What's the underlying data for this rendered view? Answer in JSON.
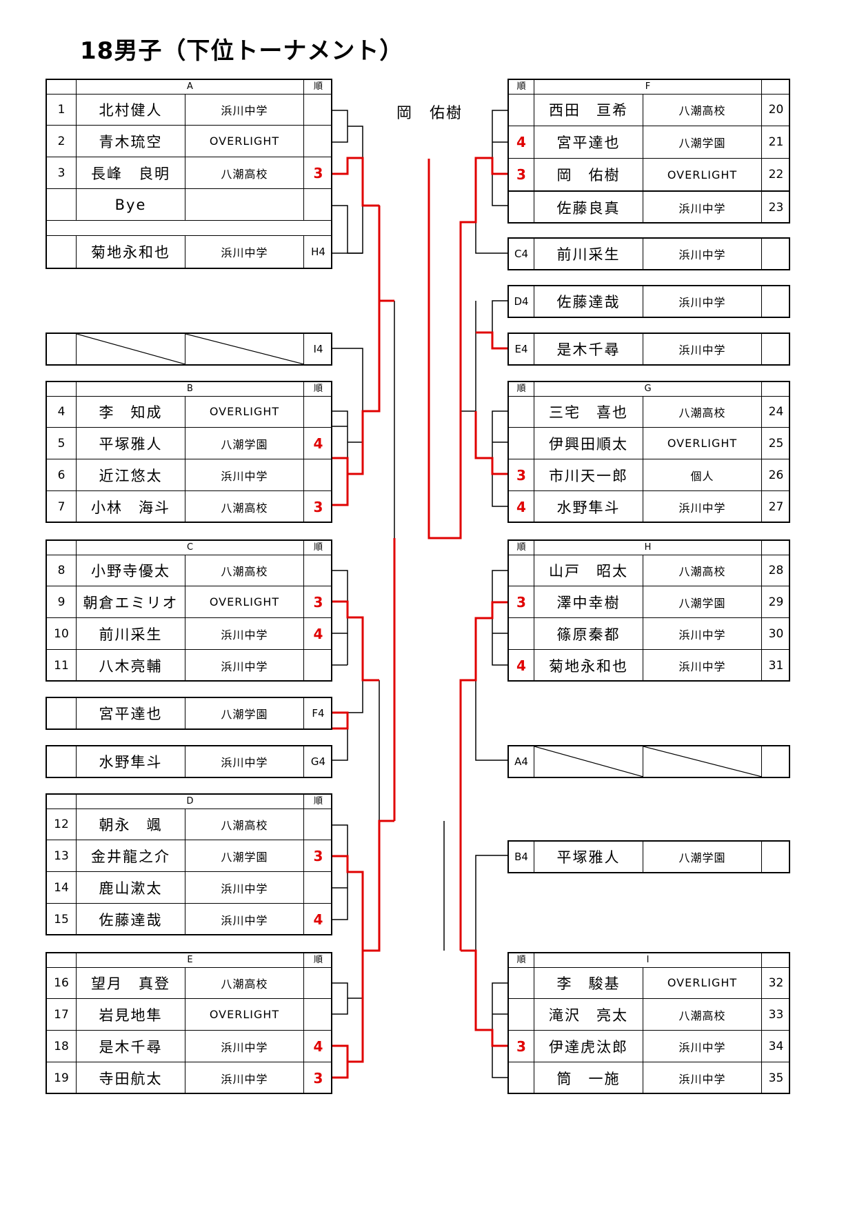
{
  "title": "18男子（下位トーナメント）",
  "champion": "岡　佑樹",
  "rank_header": "順",
  "colors": {
    "advance_line": "#e00000",
    "line": "#000000",
    "rank": "#e00000"
  },
  "blocks": {
    "A": {
      "label": "A",
      "rows": [
        {
          "no": "1",
          "name": "北村健人",
          "aff": "浜川中学",
          "rank": ""
        },
        {
          "no": "2",
          "name": "青木琉空",
          "aff": "OVERLIGHT",
          "rank": ""
        },
        {
          "no": "3",
          "name": "長峰　良明",
          "aff": "八潮高校",
          "rank": "3"
        },
        {
          "no": "",
          "name": "Bye",
          "aff": "",
          "rank": ""
        }
      ]
    },
    "B": {
      "label": "B",
      "rows": [
        {
          "no": "4",
          "name": "李　知成",
          "aff": "OVERLIGHT",
          "rank": ""
        },
        {
          "no": "5",
          "name": "平塚雅人",
          "aff": "八潮学園",
          "rank": "4"
        },
        {
          "no": "6",
          "name": "近江悠太",
          "aff": "浜川中学",
          "rank": ""
        },
        {
          "no": "7",
          "name": "小林　海斗",
          "aff": "八潮高校",
          "rank": "3"
        }
      ]
    },
    "C": {
      "label": "C",
      "rows": [
        {
          "no": "8",
          "name": "小野寺優太",
          "aff": "八潮高校",
          "rank": ""
        },
        {
          "no": "9",
          "name": "朝倉エミリオ",
          "aff": "OVERLIGHT",
          "rank": "3"
        },
        {
          "no": "10",
          "name": "前川采生",
          "aff": "浜川中学",
          "rank": "4"
        },
        {
          "no": "11",
          "name": "八木亮輔",
          "aff": "浜川中学",
          "rank": ""
        }
      ]
    },
    "D": {
      "label": "D",
      "rows": [
        {
          "no": "12",
          "name": "朝永　颯",
          "aff": "八潮高校",
          "rank": ""
        },
        {
          "no": "13",
          "name": "金井龍之介",
          "aff": "八潮学園",
          "rank": "3"
        },
        {
          "no": "14",
          "name": "鹿山漱太",
          "aff": "浜川中学",
          "rank": ""
        },
        {
          "no": "15",
          "name": "佐藤達哉",
          "aff": "浜川中学",
          "rank": "4"
        }
      ]
    },
    "E": {
      "label": "E",
      "rows": [
        {
          "no": "16",
          "name": "望月　真登",
          "aff": "八潮高校",
          "rank": ""
        },
        {
          "no": "17",
          "name": "岩見地隼",
          "aff": "OVERLIGHT",
          "rank": ""
        },
        {
          "no": "18",
          "name": "是木千尋",
          "aff": "浜川中学",
          "rank": "4"
        },
        {
          "no": "19",
          "name": "寺田航太",
          "aff": "浜川中学",
          "rank": "3"
        }
      ]
    },
    "F": {
      "label": "F",
      "rows": [
        {
          "no": "20",
          "name": "西田　亘希",
          "aff": "八潮高校",
          "rank": ""
        },
        {
          "no": "21",
          "name": "宮平達也",
          "aff": "八潮学園",
          "rank": "4"
        },
        {
          "no": "22",
          "name": "岡　佑樹",
          "aff": "OVERLIGHT",
          "rank": "3"
        },
        {
          "no": "23",
          "name": "佐藤良真",
          "aff": "浜川中学",
          "rank": ""
        }
      ]
    },
    "G": {
      "label": "G",
      "rows": [
        {
          "no": "24",
          "name": "三宅　喜也",
          "aff": "八潮高校",
          "rank": ""
        },
        {
          "no": "25",
          "name": "伊興田順太",
          "aff": "OVERLIGHT",
          "rank": ""
        },
        {
          "no": "26",
          "name": "市川天一郎",
          "aff": "個人",
          "rank": "3"
        },
        {
          "no": "27",
          "name": "水野隼斗",
          "aff": "浜川中学",
          "rank": "4"
        }
      ]
    },
    "H": {
      "label": "H",
      "rows": [
        {
          "no": "28",
          "name": "山戸　昭太",
          "aff": "八潮高校",
          "rank": ""
        },
        {
          "no": "29",
          "name": "澤中幸樹",
          "aff": "八潮学園",
          "rank": "3"
        },
        {
          "no": "30",
          "name": "篠原秦都",
          "aff": "浜川中学",
          "rank": ""
        },
        {
          "no": "31",
          "name": "菊地永和也",
          "aff": "浜川中学",
          "rank": "4"
        }
      ]
    },
    "I": {
      "label": "I",
      "rows": [
        {
          "no": "32",
          "name": "李　駿基",
          "aff": "OVERLIGHT",
          "rank": ""
        },
        {
          "no": "33",
          "name": "滝沢　亮太",
          "aff": "八潮高校",
          "rank": ""
        },
        {
          "no": "34",
          "name": "伊達虎汰郎",
          "aff": "浜川中学",
          "rank": "3"
        },
        {
          "no": "35",
          "name": "筒　一施",
          "aff": "浜川中学",
          "rank": ""
        }
      ]
    }
  },
  "singles": {
    "H4": {
      "seed": "H4",
      "name": "菊地永和也",
      "aff": "浜川中学"
    },
    "I4": {
      "seed": "I4",
      "name": "",
      "aff": ""
    },
    "F4": {
      "seed": "F4",
      "name": "宮平達也",
      "aff": "八潮学園"
    },
    "G4": {
      "seed": "G4",
      "name": "水野隼斗",
      "aff": "浜川中学"
    },
    "C4": {
      "seed": "C4",
      "name": "前川采生",
      "aff": "浜川中学"
    },
    "D4": {
      "seed": "D4",
      "name": "佐藤達哉",
      "aff": "浜川中学"
    },
    "E4": {
      "seed": "E4",
      "name": "是木千尋",
      "aff": "浜川中学"
    },
    "A4": {
      "seed": "A4",
      "name": "",
      "aff": ""
    },
    "B4": {
      "seed": "B4",
      "name": "平塚雅人",
      "aff": "八潮学園"
    }
  }
}
